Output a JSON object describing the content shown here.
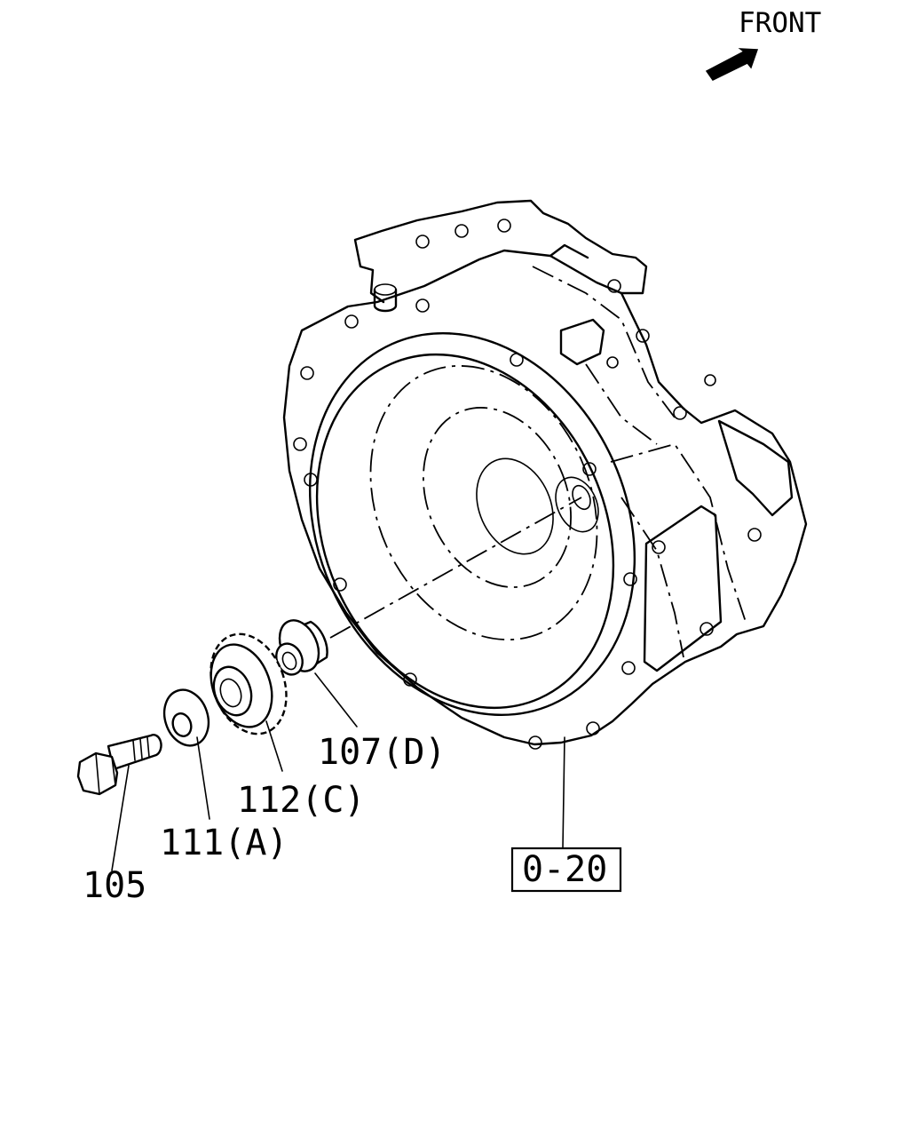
{
  "orientation": {
    "label": "FRONT",
    "icon": "front-arrow-icon"
  },
  "callouts": {
    "bolt": "105",
    "washer": "111(A)",
    "gear": "112(C)",
    "bushing": "107(D)",
    "housing_ref": "0-20"
  }
}
